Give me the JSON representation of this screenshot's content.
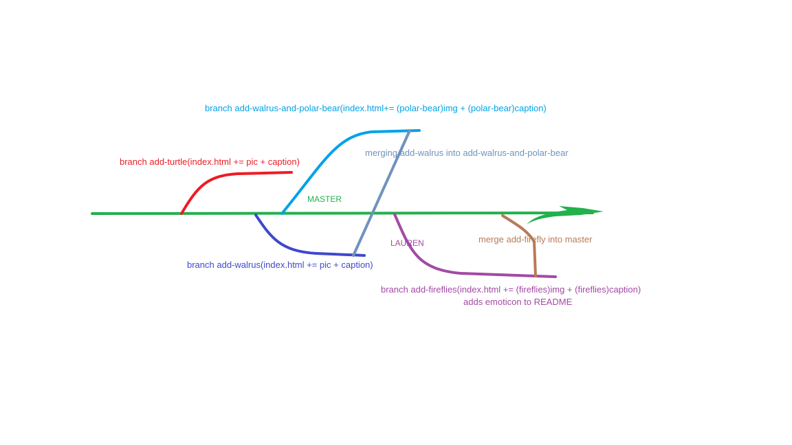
{
  "colors": {
    "master": "#22b14c",
    "turtle": "#ed1c24",
    "walrus": "#3f48cc",
    "polar_bear": "#00a2e8",
    "merge_walrus": "#7092be",
    "fireflies": "#a349a4",
    "merge_firefly": "#b97a57"
  },
  "labels": {
    "polar_bear_branch": "branch add-walrus-and-polar-bear(index.html+= (polar-bear)img + (polar-bear)caption)",
    "turtle_branch": "branch add-turtle(index.html += pic + caption)",
    "merge_walrus": "merging add-walrus into add-walrus-and-polar-bear",
    "master": "MASTER",
    "lauren": "LAUREN",
    "merge_firefly": "merge add-firefly into master",
    "walrus_branch": "branch add-walrus(index.html += pic + caption)",
    "fireflies_branch": "branch add-fireflies(index.html += (fireflies)img + (fireflies)caption)",
    "fireflies_note": "adds emoticon to README"
  }
}
